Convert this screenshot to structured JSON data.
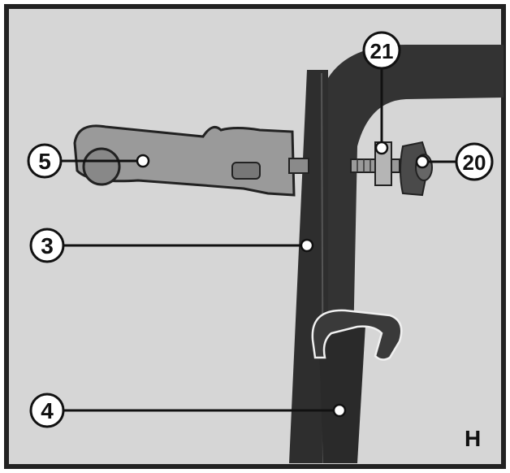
{
  "panel_letter": "H",
  "callouts": [
    {
      "id": "callout-5",
      "label": "5"
    },
    {
      "id": "callout-3",
      "label": "3"
    },
    {
      "id": "callout-4",
      "label": "4"
    },
    {
      "id": "callout-21",
      "label": "21"
    },
    {
      "id": "callout-20",
      "label": "20"
    }
  ],
  "colors": {
    "background": "#d6d6d6",
    "frame": "#222222",
    "tube": "#333333",
    "arm": "#9a9a9a",
    "knob": "#4a4a4a"
  }
}
